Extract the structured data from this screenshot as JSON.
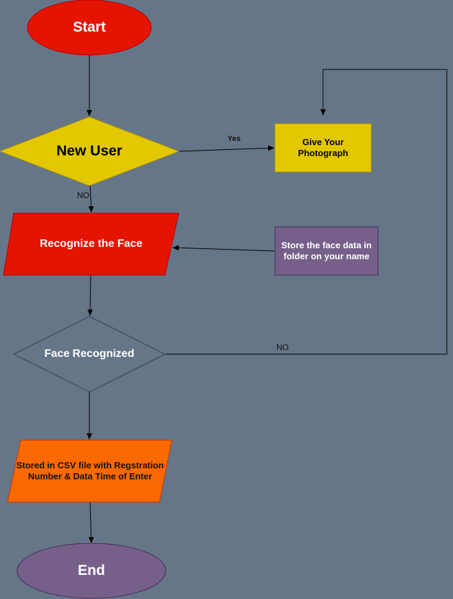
{
  "colors": {
    "background": "#667689",
    "start": "#e51400",
    "decision_new_user": "#e3c800",
    "process_yellow": "#e3c800",
    "recognize": "#e51400",
    "store_face": "#76608a",
    "decision_face": "#667689",
    "store_csv": "#fa6800",
    "end": "#76608a",
    "edge": "#000000"
  },
  "nodes": {
    "start": "Start",
    "new_user": "New User",
    "give_photo": "Give Your Photograph",
    "recognize": "Recognize the Face",
    "store_face": "Store the face data in folder on your name",
    "face_recognized": "Face Recognized",
    "store_csv": "Stored in CSV file with Regstration Number & Data Time of Enter",
    "end": "End"
  },
  "edges": {
    "yes": "Yes",
    "no_new_user": "NO",
    "no_face": "NO"
  }
}
